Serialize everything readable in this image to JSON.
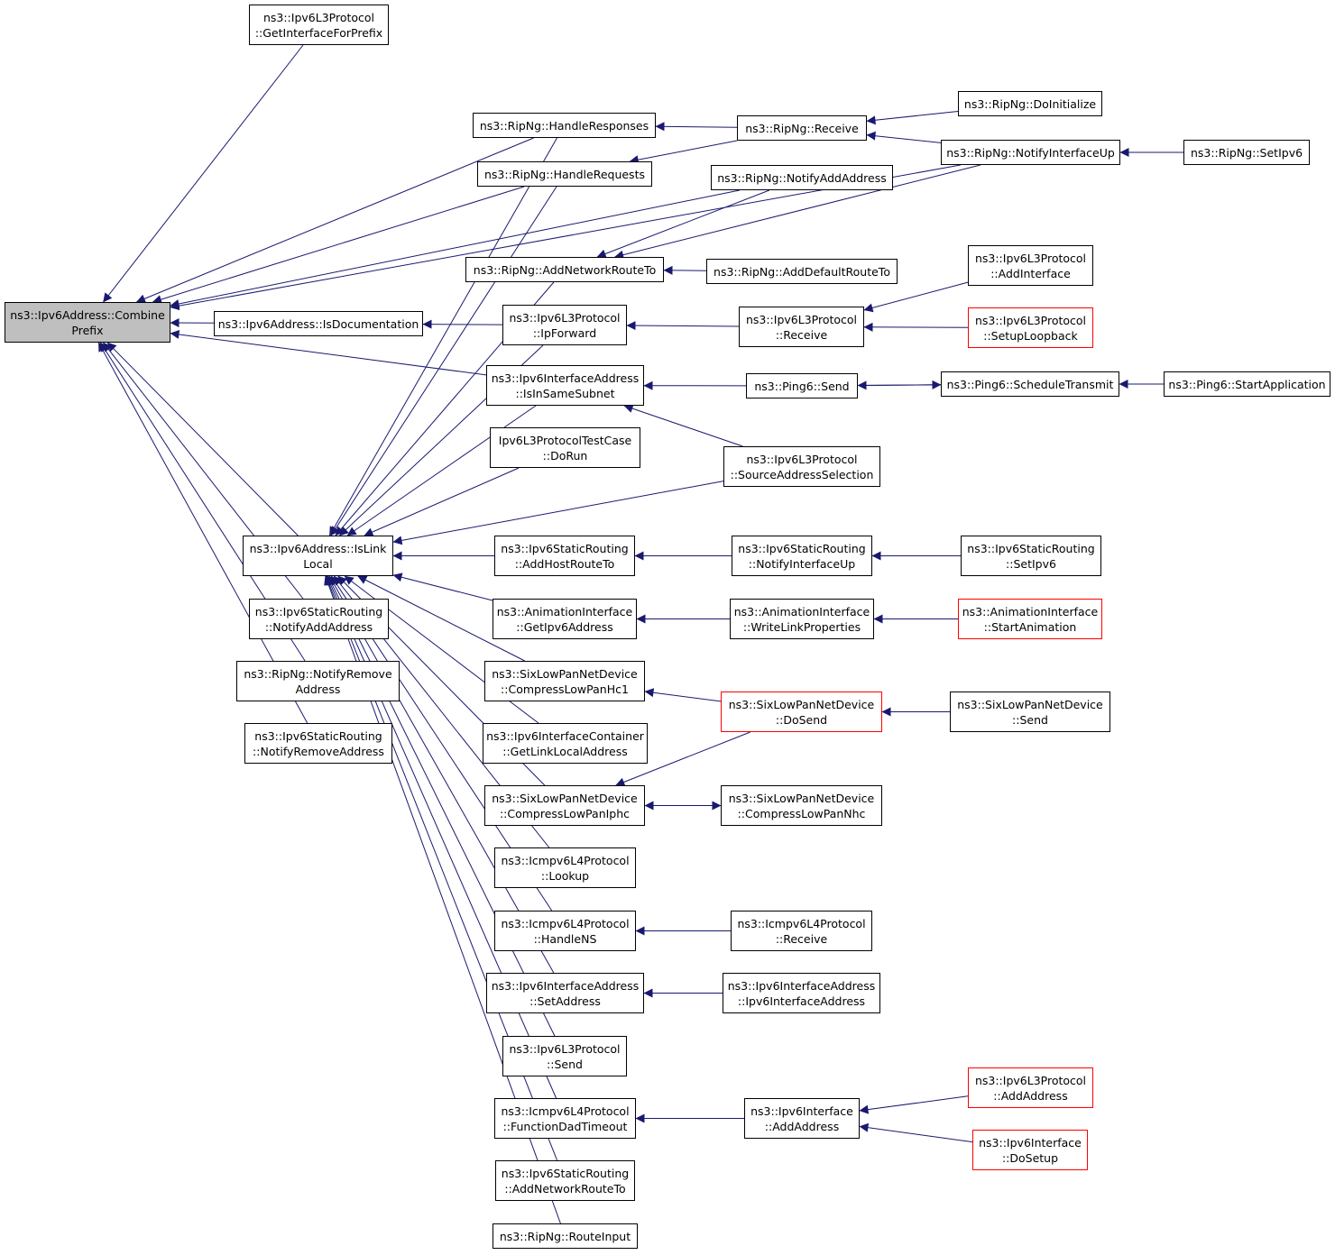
{
  "colors": {
    "edge": "#191970",
    "node_border": "#000000",
    "truncated_border": "#ff0000",
    "root_fill": "#bfbfbf"
  },
  "nodes": {
    "root": {
      "lines": [
        "ns3::Ipv6Address::Combine",
        "Prefix"
      ]
    },
    "getInterfaceForPrefix": {
      "lines": [
        "ns3::Ipv6L3Protocol",
        "::GetInterfaceForPrefix"
      ]
    },
    "handleResponses": {
      "lines": [
        "ns3::RipNg::HandleResponses"
      ]
    },
    "handleRequests": {
      "lines": [
        "ns3::RipNg::HandleRequests"
      ]
    },
    "isDocumentation": {
      "lines": [
        "ns3::Ipv6Address::IsDocumentation"
      ]
    },
    "isLinkLocal": {
      "lines": [
        "ns3::Ipv6Address::IsLink",
        "Local"
      ]
    },
    "srNotifyAddAddress": {
      "lines": [
        "ns3::Ipv6StaticRouting",
        "::NotifyAddAddress"
      ]
    },
    "ripNotifyRemoveAddress": {
      "lines": [
        "ns3::RipNg::NotifyRemove",
        "Address"
      ]
    },
    "srNotifyRemoveAddress": {
      "lines": [
        "ns3::Ipv6StaticRouting",
        "::NotifyRemoveAddress"
      ]
    },
    "addNetworkRouteTo": {
      "lines": [
        "ns3::RipNg::AddNetworkRouteTo"
      ]
    },
    "ipForward": {
      "lines": [
        "ns3::Ipv6L3Protocol",
        "::IpForward"
      ]
    },
    "isInSameSubnet": {
      "lines": [
        "ns3::Ipv6InterfaceAddress",
        "::IsInSameSubnet"
      ]
    },
    "testDoRun": {
      "lines": [
        "Ipv6L3ProtocolTestCase",
        "::DoRun"
      ]
    },
    "srAddHostRouteTo": {
      "lines": [
        "ns3::Ipv6StaticRouting",
        "::AddHostRouteTo"
      ]
    },
    "getIpv6Address": {
      "lines": [
        "ns3::AnimationInterface",
        "::GetIpv6Address"
      ]
    },
    "compressLowPanHc1": {
      "lines": [
        "ns3::SixLowPanNetDevice",
        "::CompressLowPanHc1"
      ]
    },
    "getLinkLocalAddress": {
      "lines": [
        "ns3::Ipv6InterfaceContainer",
        "::GetLinkLocalAddress"
      ]
    },
    "compressLowPanIphc": {
      "lines": [
        "ns3::SixLowPanNetDevice",
        "::CompressLowPanIphc"
      ]
    },
    "icmpLookup": {
      "lines": [
        "ns3::Icmpv6L4Protocol",
        "::Lookup"
      ]
    },
    "icmpHandleNS": {
      "lines": [
        "ns3::Icmpv6L4Protocol",
        "::HandleNS"
      ]
    },
    "iaSetAddress": {
      "lines": [
        "ns3::Ipv6InterfaceAddress",
        "::SetAddress"
      ]
    },
    "l3Send": {
      "lines": [
        "ns3::Ipv6L3Protocol",
        "::Send"
      ]
    },
    "functionDadTimeout": {
      "lines": [
        "ns3::Icmpv6L4Protocol",
        "::FunctionDadTimeout"
      ]
    },
    "srAddNetworkRouteTo": {
      "lines": [
        "ns3::Ipv6StaticRouting",
        "::AddNetworkRouteTo"
      ]
    },
    "routeInput": {
      "lines": [
        "ns3::RipNg::RouteInput"
      ]
    },
    "ripReceive": {
      "lines": [
        "ns3::RipNg::Receive"
      ]
    },
    "ripNotifyAddAddress": {
      "lines": [
        "ns3::RipNg::NotifyAddAddress"
      ]
    },
    "addDefaultRouteTo": {
      "lines": [
        "ns3::RipNg::AddDefaultRouteTo"
      ]
    },
    "l3Receive": {
      "lines": [
        "ns3::Ipv6L3Protocol",
        "::Receive"
      ]
    },
    "ping6Send": {
      "lines": [
        "ns3::Ping6::Send"
      ]
    },
    "sourceAddressSelection": {
      "lines": [
        "ns3::Ipv6L3Protocol",
        "::SourceAddressSelection"
      ]
    },
    "srNotifyInterfaceUp": {
      "lines": [
        "ns3::Ipv6StaticRouting",
        "::NotifyInterfaceUp"
      ]
    },
    "writeLinkProperties": {
      "lines": [
        "ns3::AnimationInterface",
        "::WriteLinkProperties"
      ]
    },
    "doSend": {
      "lines": [
        "ns3::SixLowPanNetDevice",
        "::DoSend"
      ]
    },
    "compressLowPanNhc": {
      "lines": [
        "ns3::SixLowPanNetDevice",
        "::CompressLowPanNhc"
      ]
    },
    "icmpReceive": {
      "lines": [
        "ns3::Icmpv6L4Protocol",
        "::Receive"
      ]
    },
    "iaCtor": {
      "lines": [
        "ns3::Ipv6InterfaceAddress",
        "::Ipv6InterfaceAddress"
      ]
    },
    "ifAddAddress": {
      "lines": [
        "ns3::Ipv6Interface",
        "::AddAddress"
      ]
    },
    "doInitialize": {
      "lines": [
        "ns3::RipNg::DoInitialize"
      ]
    },
    "notifyInterfaceUp": {
      "lines": [
        "ns3::RipNg::NotifyInterfaceUp"
      ]
    },
    "addInterface": {
      "lines": [
        "ns3::Ipv6L3Protocol",
        "::AddInterface"
      ]
    },
    "setupLoopback": {
      "lines": [
        "ns3::Ipv6L3Protocol",
        "::SetupLoopback"
      ]
    },
    "scheduleTransmit": {
      "lines": [
        "ns3::Ping6::ScheduleTransmit"
      ]
    },
    "srSetIpv6": {
      "lines": [
        "ns3::Ipv6StaticRouting",
        "::SetIpv6"
      ]
    },
    "startAnimation": {
      "lines": [
        "ns3::AnimationInterface",
        "::StartAnimation"
      ]
    },
    "sixSend": {
      "lines": [
        "ns3::SixLowPanNetDevice",
        "::Send"
      ]
    },
    "l3AddAddress": {
      "lines": [
        "ns3::Ipv6L3Protocol",
        "::AddAddress"
      ]
    },
    "ifDoSetup": {
      "lines": [
        "ns3::Ipv6Interface",
        "::DoSetup"
      ]
    },
    "ripSetIpv6": {
      "lines": [
        "ns3::RipNg::SetIpv6"
      ]
    },
    "startApplication": {
      "lines": [
        "ns3::Ping6::StartApplication"
      ]
    }
  },
  "edges": [
    [
      "getInterfaceForPrefix",
      "root"
    ],
    [
      "notifyInterfaceUp",
      "root"
    ],
    [
      "handleResponses",
      "root"
    ],
    [
      "handleRequests",
      "root"
    ],
    [
      "ripNotifyAddAddress",
      "root"
    ],
    [
      "isDocumentation",
      "root"
    ],
    [
      "isInSameSubnet",
      "root"
    ],
    [
      "isLinkLocal",
      "root"
    ],
    [
      "srNotifyAddAddress",
      "root"
    ],
    [
      "ripNotifyRemoveAddress",
      "root"
    ],
    [
      "srNotifyRemoveAddress",
      "root"
    ],
    [
      "ipForward",
      "isDocumentation"
    ],
    [
      "handleResponses",
      "isLinkLocal"
    ],
    [
      "handleRequests",
      "isLinkLocal"
    ],
    [
      "addNetworkRouteTo",
      "isLinkLocal"
    ],
    [
      "ipForward",
      "isLinkLocal"
    ],
    [
      "isInSameSubnet",
      "isLinkLocal"
    ],
    [
      "testDoRun",
      "isLinkLocal"
    ],
    [
      "sourceAddressSelection",
      "isLinkLocal"
    ],
    [
      "srAddHostRouteTo",
      "isLinkLocal"
    ],
    [
      "getIpv6Address",
      "isLinkLocal"
    ],
    [
      "compressLowPanHc1",
      "isLinkLocal"
    ],
    [
      "getLinkLocalAddress",
      "isLinkLocal"
    ],
    [
      "compressLowPanIphc",
      "isLinkLocal"
    ],
    [
      "icmpLookup",
      "isLinkLocal"
    ],
    [
      "icmpHandleNS",
      "isLinkLocal"
    ],
    [
      "iaSetAddress",
      "isLinkLocal"
    ],
    [
      "l3Send",
      "isLinkLocal"
    ],
    [
      "functionDadTimeout",
      "isLinkLocal"
    ],
    [
      "srAddNetworkRouteTo",
      "isLinkLocal"
    ],
    [
      "routeInput",
      "isLinkLocal"
    ],
    [
      "ripReceive",
      "handleResponses"
    ],
    [
      "ripReceive",
      "handleRequests"
    ],
    [
      "ripNotifyAddAddress",
      "addNetworkRouteTo"
    ],
    [
      "notifyInterfaceUp",
      "addNetworkRouteTo"
    ],
    [
      "addDefaultRouteTo",
      "addNetworkRouteTo"
    ],
    [
      "l3Receive",
      "ipForward"
    ],
    [
      "ping6Send",
      "isInSameSubnet"
    ],
    [
      "sourceAddressSelection",
      "isInSameSubnet"
    ],
    [
      "srNotifyInterfaceUp",
      "srAddHostRouteTo"
    ],
    [
      "writeLinkProperties",
      "getIpv6Address"
    ],
    [
      "doSend",
      "compressLowPanHc1"
    ],
    [
      "doSend",
      "compressLowPanIphc"
    ],
    [
      "compressLowPanNhc",
      "compressLowPanIphc"
    ],
    [
      "compressLowPanIphc",
      "compressLowPanNhc"
    ],
    [
      "icmpReceive",
      "icmpHandleNS"
    ],
    [
      "iaCtor",
      "iaSetAddress"
    ],
    [
      "ifAddAddress",
      "functionDadTimeout"
    ],
    [
      "doInitialize",
      "ripReceive"
    ],
    [
      "notifyInterfaceUp",
      "ripReceive"
    ],
    [
      "addInterface",
      "l3Receive"
    ],
    [
      "setupLoopback",
      "l3Receive"
    ],
    [
      "scheduleTransmit",
      "ping6Send"
    ],
    [
      "ping6Send",
      "scheduleTransmit"
    ],
    [
      "srSetIpv6",
      "srNotifyInterfaceUp"
    ],
    [
      "startAnimation",
      "writeLinkProperties"
    ],
    [
      "sixSend",
      "doSend"
    ],
    [
      "l3AddAddress",
      "ifAddAddress"
    ],
    [
      "ifDoSetup",
      "ifAddAddress"
    ],
    [
      "ripSetIpv6",
      "notifyInterfaceUp"
    ],
    [
      "startApplication",
      "scheduleTransmit"
    ]
  ]
}
